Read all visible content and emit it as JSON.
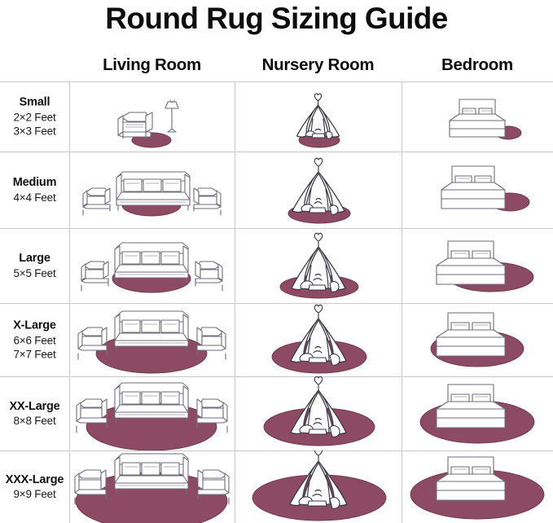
{
  "title": "Round Rug Sizing Guide",
  "columns": [
    {
      "key": "living",
      "label": "Living Room"
    },
    {
      "key": "nursery",
      "label": "Nursery Room"
    },
    {
      "key": "bedroom",
      "label": "Bedroom"
    }
  ],
  "rows": [
    {
      "name": "Small",
      "dims": [
        "2×2 Feet",
        "3×3 Feet"
      ]
    },
    {
      "name": "Medium",
      "dims": [
        "4×4 Feet"
      ]
    },
    {
      "name": "Large",
      "dims": [
        "5×5 Feet"
      ]
    },
    {
      "name": "X-Large",
      "dims": [
        "6×6 Feet",
        "7×7 Feet"
      ]
    },
    {
      "name": "XX-Large",
      "dims": [
        "8×8 Feet"
      ]
    },
    {
      "name": "XXX-Large",
      "dims": [
        "9×9 Feet"
      ]
    }
  ],
  "colors": {
    "rug": "#8d4a63",
    "rug_outline": "#6d3a4d",
    "furniture_outline": "#6e6e78",
    "tent_outline": "#3a3a42",
    "grid_line": "#c9c9c9",
    "text": "#111111",
    "background": "#ffffff"
  },
  "icons": {
    "living": "armchair-sofa-lamp-icon",
    "nursery": "canopy-tent-bed-icon",
    "bedroom": "bed-headboard-pillows-icon",
    "rug": "round-rug-icon"
  }
}
